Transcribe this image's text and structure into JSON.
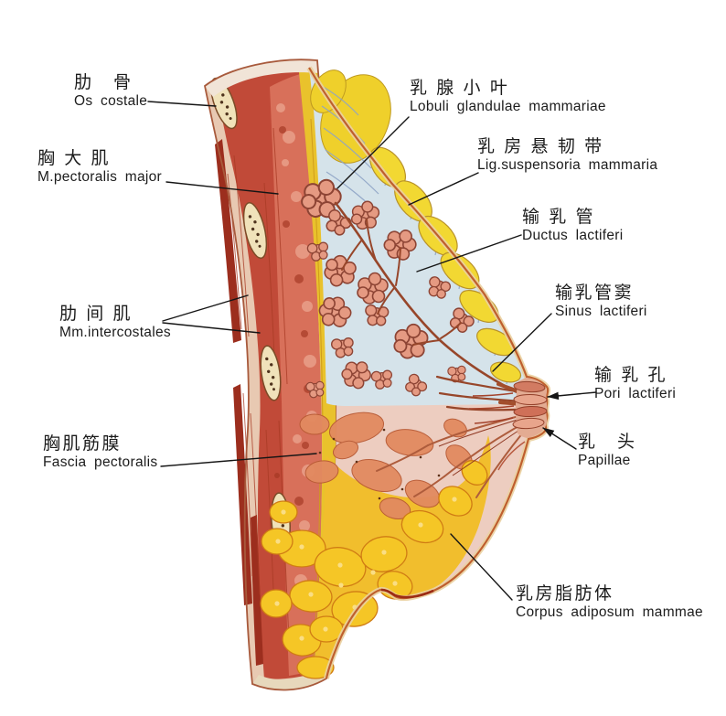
{
  "figure": {
    "type": "anatomical-diagram",
    "subject": "Sagittal section of the female breast and chest wall",
    "labels": [
      {
        "id": "os-costale",
        "zh": "肋　骨",
        "la": "Os costale"
      },
      {
        "id": "m-pectoralis-major",
        "zh": "胸 大 肌",
        "la": "M.pectoralis major"
      },
      {
        "id": "mm-intercostales",
        "zh": "肋 间 肌",
        "la": "Mm.intercostales"
      },
      {
        "id": "fascia-pectoralis",
        "zh": "胸肌筋膜",
        "la": "Fascia pectoralis"
      },
      {
        "id": "lobuli-glandulae",
        "zh": "乳 腺 小 叶",
        "la": "Lobuli glandulae mammariae"
      },
      {
        "id": "lig-suspensoria",
        "zh": "乳 房 悬 韧 带",
        "la": "Lig.suspensoria mammaria"
      },
      {
        "id": "ductus-lactiferi",
        "zh": "输 乳 管",
        "la": "Ductus lactiferi"
      },
      {
        "id": "sinus-lactiferi",
        "zh": "输乳管窦",
        "la": "Sinus lactiferi"
      },
      {
        "id": "pori-lactiferi",
        "zh": "输 乳 孔",
        "la": "Pori lactiferi"
      },
      {
        "id": "papillae",
        "zh": "乳　头",
        "la": "Papillae"
      },
      {
        "id": "corpus-adiposum",
        "zh": "乳房脂肪体",
        "la": "Corpus adiposum mammae"
      }
    ],
    "colors": {
      "background": "#ffffff",
      "muscle_red": "#c14a38",
      "muscle_dark": "#9c2e1e",
      "rib_cream": "#f0e2ba",
      "strip_fat_yellow": "#e9c22c",
      "connective_blue": "#d5e3ea",
      "gland_pink": "#e59a82",
      "gland_outline": "#8d4434",
      "fat_body_pink": "#edcdc0",
      "fat_lobule_yellow": "#f5c626",
      "salmon_blob": "#e28a60",
      "duct_brown": "#97462a",
      "skin_line": "#bf5f2e",
      "leader_line": "#151515"
    }
  }
}
